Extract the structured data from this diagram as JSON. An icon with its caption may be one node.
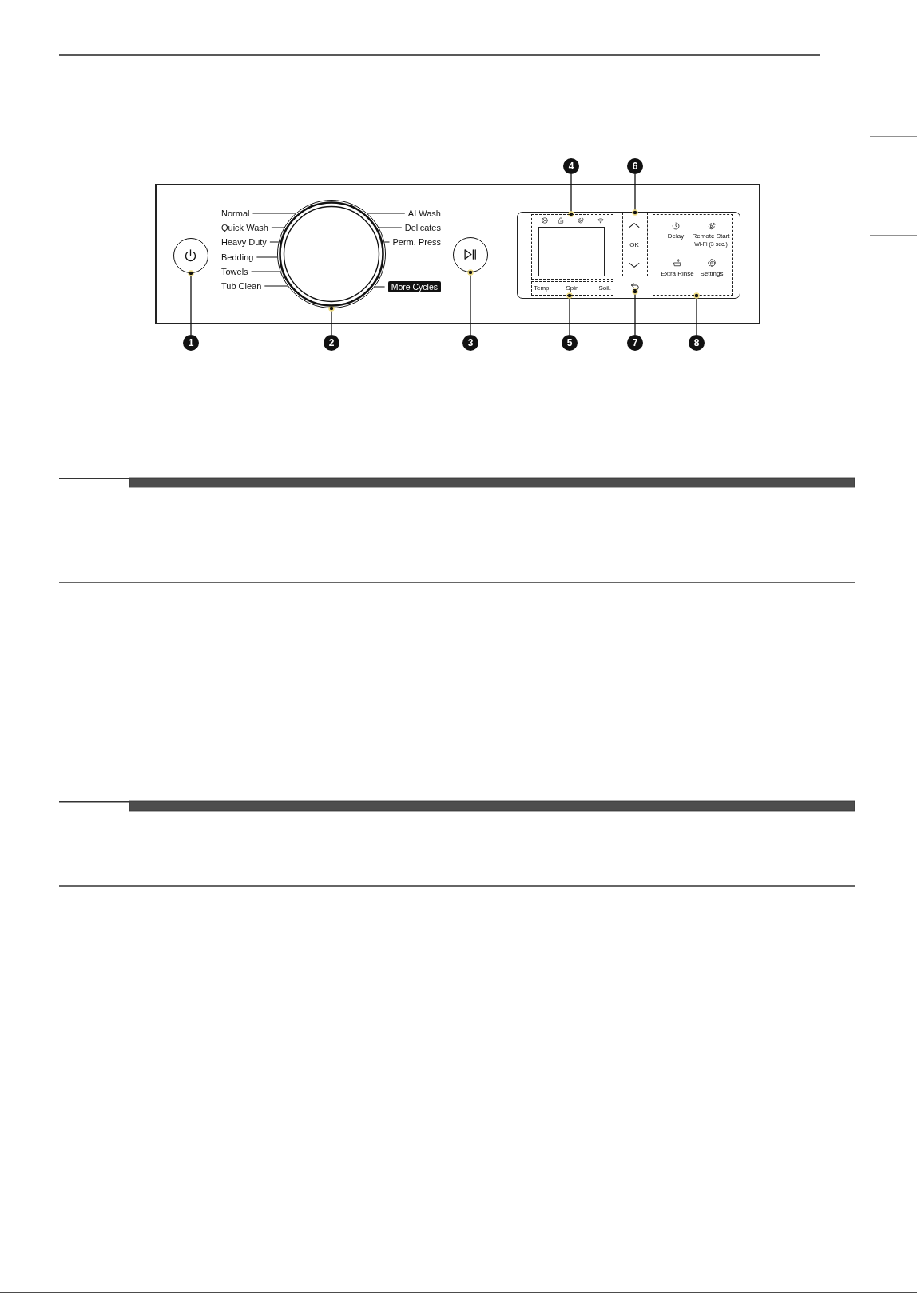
{
  "diagram": {
    "nodes": [
      {
        "text": [],
        "shape": "circle"
      },
      {
        "text": [
          "Normal"
        ]
      },
      {
        "text": [
          "Quick Wash"
        ]
      },
      {
        "text": [
          "Heavy Duty"
        ]
      },
      {
        "text": [
          "Bedding"
        ]
      },
      {
        "text": [
          "Towels"
        ]
      },
      {
        "text": [
          "Tub Clean"
        ]
      },
      {
        "text": [],
        "shape": "circle"
      },
      {
        "text": [
          "AI Wash"
        ]
      },
      {
        "text": [
          "Delicates"
        ]
      },
      {
        "text": [
          "Perm. Press"
        ]
      },
      {
        "text": [
          "More Cycles"
        ]
      },
      {
        "text": [],
        "shape": "circle"
      },
      {
        "text": [],
        "shape": "box"
      },
      {
        "text": [],
        "shape": "box",
        "in": 13
      },
      {
        "text": [
          "Temp.",
          "Spin",
          "Soil."
        ]
      },
      {
        "text": [
          "OK"
        ]
      },
      {
        "text": [],
        "shape": "picture"
      },
      {
        "text": [
          "Delay",
          "Remote Start",
          "Wi-Fi (3 sec.)",
          "Extra Rinse",
          "Settings"
        ]
      },
      {
        "text": [
          "1"
        ]
      },
      {
        "text": [
          "2"
        ]
      },
      {
        "text": [
          "3"
        ]
      },
      {
        "text": [
          "4"
        ]
      },
      {
        "text": [
          "5"
        ]
      },
      {
        "text": [
          "6"
        ]
      },
      {
        "text": [
          "7"
        ]
      },
      {
        "text": [
          "8"
        ]
      }
    ],
    "edges": [
      {
        "from": 1,
        "to": 7,
        "arrow": "none"
      },
      {
        "from": 2,
        "to": 7,
        "arrow": "none"
      },
      {
        "from": 3,
        "to": 7,
        "arrow": "none"
      },
      {
        "from": 4,
        "to": 7,
        "arrow": "none"
      },
      {
        "from": 5,
        "to": 7,
        "arrow": "none"
      },
      {
        "from": 6,
        "to": 7,
        "arrow": "none"
      },
      {
        "from": 8,
        "to": 7,
        "arrow": "none"
      },
      {
        "from": 9,
        "to": 7,
        "arrow": "none"
      },
      {
        "from": 10,
        "to": 7,
        "arrow": "none"
      },
      {
        "from": 11,
        "to": 7,
        "arrow": "none"
      },
      {
        "from": 19,
        "to": 0,
        "arrow": "other"
      },
      {
        "from": 20,
        "to": 7,
        "arrow": "other"
      },
      {
        "from": 21,
        "to": 12,
        "arrow": "other"
      },
      {
        "from": 22,
        "to": 13,
        "arrow": "other"
      },
      {
        "from": 23,
        "to": 15,
        "arrow": "other"
      },
      {
        "from": 24,
        "to": 16,
        "arrow": "other"
      },
      {
        "from": 25,
        "to": 17,
        "arrow": "other"
      },
      {
        "from": 26,
        "to": 18,
        "arrow": "other"
      }
    ]
  }
}
